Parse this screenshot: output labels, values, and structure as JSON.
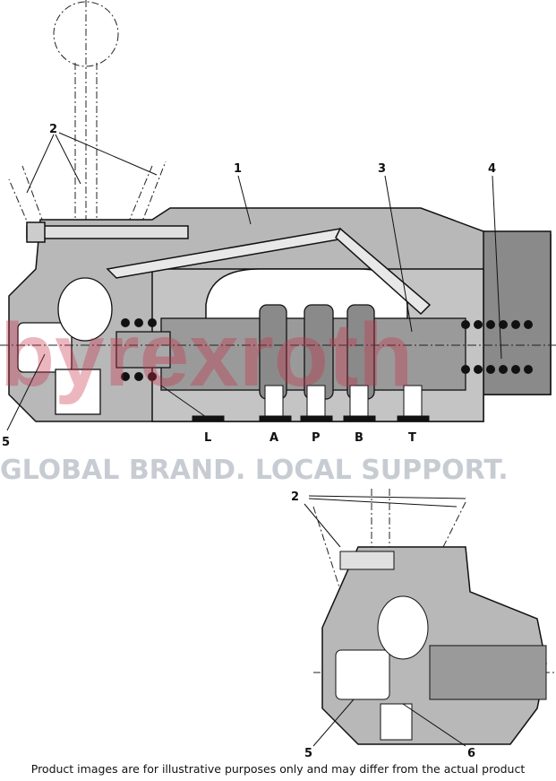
{
  "main_view": {
    "callouts": [
      "1",
      "2",
      "3",
      "4",
      "5"
    ],
    "ports": [
      "L",
      "A",
      "P",
      "B",
      "T"
    ]
  },
  "detail_view": {
    "callouts": [
      "2",
      "5",
      "6"
    ]
  },
  "watermark": {
    "brand": "byrexroth",
    "slogan": "GLOBAL BRAND. LOCAL SUPPORT."
  },
  "colors": {
    "body": "#b8b8b8",
    "dark": "#777777",
    "spool": "#9a9a9a",
    "accent": "#c9304a"
  },
  "caption": "Product images are for illustrative purposes only and may differ from the actual product"
}
